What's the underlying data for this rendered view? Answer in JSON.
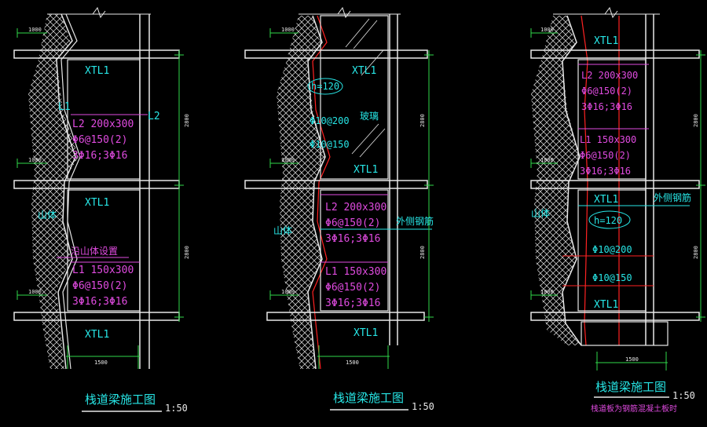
{
  "colors": {
    "background": "#000000",
    "structure": "#e8e8e8",
    "member_label": "#27e6e6",
    "rebar_spec": "#e04be0",
    "dimension": "#2fd84a",
    "steel_line": "#ff2222"
  },
  "scale": "1:50",
  "panels": [
    {
      "title": "栈道梁施工图",
      "scale": "1:50",
      "level_dims": [
        "1000",
        "1000",
        "1000"
      ],
      "width_dim": "1500",
      "height_dims": [
        "2800",
        "2800"
      ],
      "labels": {
        "xtl_top": "XTL1",
        "l1": "L1",
        "l2_side": "L2",
        "l2_spec": "L2  200x300",
        "l2_stirrup": "Φ6@150(2)",
        "l2_bars": "3Φ16;3Φ16",
        "xtl_mid": "XTL1",
        "mountain": "山体",
        "along_mountain": "沿山体设置",
        "l1_spec": "L1  150x300",
        "l1_stirrup": "Φ6@150(2)",
        "l1_bars": "3Φ16;3Φ16",
        "xtl_bottom": "XTL1"
      }
    },
    {
      "title": "栈道梁施工图",
      "scale": "1:50",
      "level_dims": [
        "1000",
        "1000",
        "1000"
      ],
      "width_dim": "1500",
      "height_dims": [
        "2800",
        "2800"
      ],
      "labels": {
        "xtl_top": "XTL1",
        "slab_h": "h=120",
        "glass": "玻璃",
        "rebar_200": "Φ10@200",
        "rebar_150": "Φ10@150",
        "xtl_mid_upper": "XTL1",
        "l2_spec": "L2  200x300",
        "l2_stirrup": "Φ6@150(2)",
        "l2_bars": "3Φ16;3Φ16",
        "outer_rail": "外侧钢筋",
        "mountain": "山体",
        "l1_spec": "L1  150x300",
        "l1_stirrup": "Φ6@150(2)",
        "l1_bars": "3Φ16;3Φ16",
        "xtl_bottom": "XTL1"
      }
    },
    {
      "title": "栈道梁施工图",
      "subtitle": "栈道板为钢筋混凝土板时",
      "scale": "1:50",
      "level_dims": [
        "1000",
        "1000",
        "1000"
      ],
      "width_dim": "1500",
      "height_dims": [
        "2800",
        "2800"
      ],
      "labels": {
        "xtl_top": "XTL1",
        "l2_spec": "L2  200x300",
        "l2_stirrup": "Φ6@150(2)",
        "l2_bars": "3Φ16;3Φ16",
        "l1_spec": "L1  150x300",
        "l1_stirrup": "Φ6@150(2)",
        "l1_bars": "3Φ16;3Φ16",
        "xtl_mid": "XTL1",
        "outer_rail": "外侧钢筋",
        "mountain": "山体",
        "slab_h": "h=120",
        "rebar_200": "Φ10@200",
        "rebar_150": "Φ10@150",
        "xtl_bottom": "XTL1"
      }
    }
  ]
}
